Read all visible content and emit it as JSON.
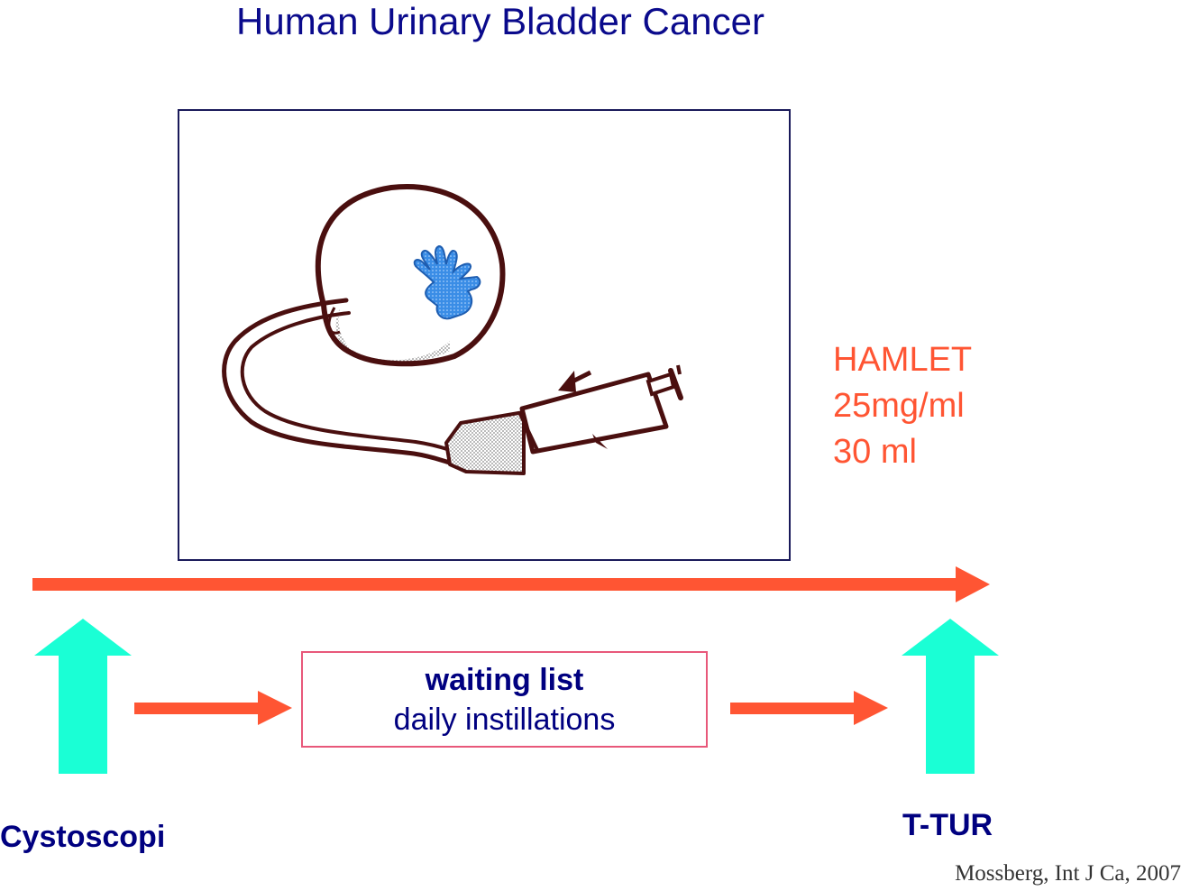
{
  "title": "Human Urinary Bladder Cancer",
  "treatment": {
    "agent": "HAMLET",
    "concentration": "25mg/ml",
    "volume": "30 ml"
  },
  "waiting_box": {
    "title": "waiting list",
    "subtitle": "daily instillations"
  },
  "steps": {
    "start": "Cystoscopi",
    "end": "T-TUR"
  },
  "citation": "Mossberg, Int J Ca, 2007",
  "colors": {
    "title_text": "#0a0a8c",
    "timeline_arrow": "#ff5533",
    "step_arrow": "#1affd5",
    "box_border": "#e8587a",
    "label_text": "#000080",
    "bladder_outline": "#4a0f0f",
    "tumor": "#3a8de6"
  },
  "icons": {
    "illustration": "bladder-catheter-syringe-illustration",
    "tumor": "tumor-icon"
  }
}
